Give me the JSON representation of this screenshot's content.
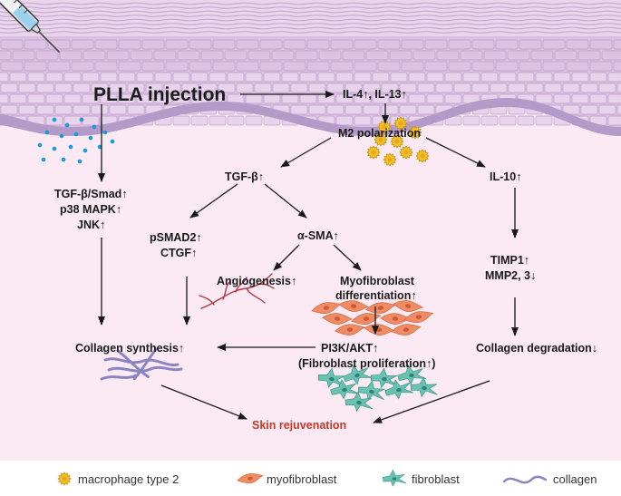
{
  "title": "PLLA injection",
  "nodes": {
    "il4_il13": "IL-4↑, IL-13↑",
    "m2_polarization": "M2 polarization",
    "tgf_beta": "TGF-β↑",
    "il10": "IL-10↑",
    "tgf_smad": "TGF-β/Smad↑",
    "p38_mapk": "p38 MAPK↑",
    "jnk": "JNK↑",
    "psmad2": "pSMAD2↑",
    "ctgf": "CTGF↑",
    "alpha_sma": "α-SMA↑",
    "timp1": "TIMP1↑",
    "mmp23": "MMP2, 3↓",
    "angiogenesis": "Angiogenesis↑",
    "myofibroblast_1": "Myofibroblast",
    "myofibroblast_2": "differentiation↑",
    "pi3k_akt": "PI3K/AKT↑",
    "fibroblast_prolif": "(Fibroblast proliferation↑)",
    "collagen_synthesis": "Collagen synthesis↑",
    "collagen_degradation": "Collagen degradation↓",
    "skin_rejuvenation": "Skin rejuvenation"
  },
  "legend": [
    {
      "icon": "macrophage-icon",
      "label": "macrophage type 2"
    },
    {
      "icon": "myofibroblast-icon",
      "label": "myofibroblast"
    },
    {
      "icon": "fibroblast-icon",
      "label": "fibroblast"
    },
    {
      "icon": "collagen-icon",
      "label": "collagen"
    }
  ],
  "colors": {
    "panel_bg": "#fbeaf3",
    "skin_layer": "#d9bfe0",
    "skin_stripe": "#c8a8d4",
    "cell_fill": "#e7d3ec",
    "basal_cell": "#b49ac8",
    "particle": "#1a9ad6",
    "highlight_text": "#c0392b",
    "macrophage": "#f2c025",
    "myofibroblast": "#ef8c63",
    "fibroblast": "#6cc2b2",
    "collagen": "#8a84c2",
    "vessel": "#b23a48"
  }
}
